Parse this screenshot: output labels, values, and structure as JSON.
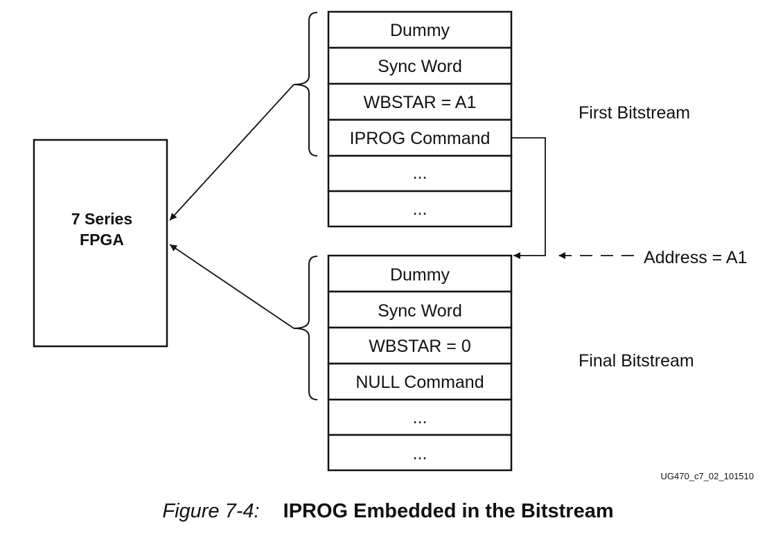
{
  "fpga": {
    "line1": "7 Series",
    "line2": "FPGA"
  },
  "first_bitstream": {
    "label": "First Bitstream",
    "cells": [
      "Dummy",
      "Sync Word",
      "WBSTAR = A1",
      "IPROG Command",
      "...",
      "..."
    ]
  },
  "final_bitstream": {
    "label": "Final Bitstream",
    "cells": [
      "Dummy",
      "Sync Word",
      "WBSTAR = 0",
      "NULL Command",
      "...",
      "..."
    ]
  },
  "address_label": "Address = A1",
  "figure_id": "UG470_c7_02_101510",
  "caption": {
    "figure_number": "Figure 7-4:",
    "title": "IPROG Embedded in the Bitstream"
  }
}
